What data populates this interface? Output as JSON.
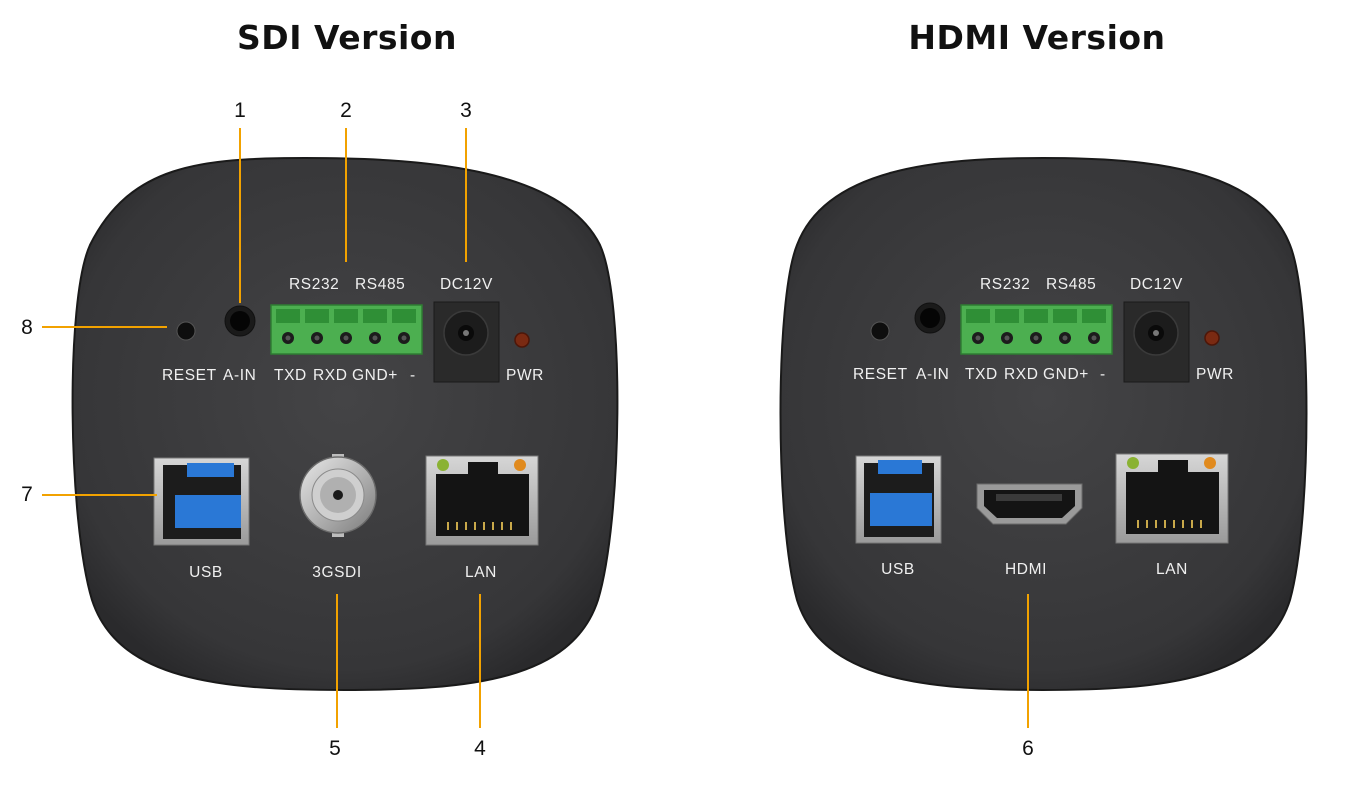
{
  "titles": {
    "sdi": "SDI Version",
    "hdmi": "HDMI Version"
  },
  "callouts": [
    "1",
    "2",
    "3",
    "4",
    "5",
    "6",
    "7",
    "8"
  ],
  "sdi_labels": {
    "rs232": "RS232",
    "rs485": "RS485",
    "dc12v": "DC12V",
    "reset": "RESET",
    "ain": "A-IN",
    "txd": "TXD",
    "rxd": "RXD",
    "gnd": "GND+",
    "minus": "-",
    "pwr": "PWR",
    "usb": "USB",
    "video": "3GSDI",
    "lan": "LAN"
  },
  "hdmi_labels": {
    "rs232": "RS232",
    "rs485": "RS485",
    "dc12v": "DC12V",
    "reset": "RESET",
    "ain": "A-IN",
    "txd": "TXD",
    "rxd": "RXD",
    "gnd": "GND+",
    "minus": "-",
    "pwr": "PWR",
    "usb": "USB",
    "video": "HDMI",
    "lan": "LAN"
  },
  "colors": {
    "body": "#3b3b3d",
    "callout_line": "#f2a200",
    "terminal_green": "#4caf50",
    "usb_blue": "#2a78d6",
    "pwr_led": "#8a2a12"
  }
}
